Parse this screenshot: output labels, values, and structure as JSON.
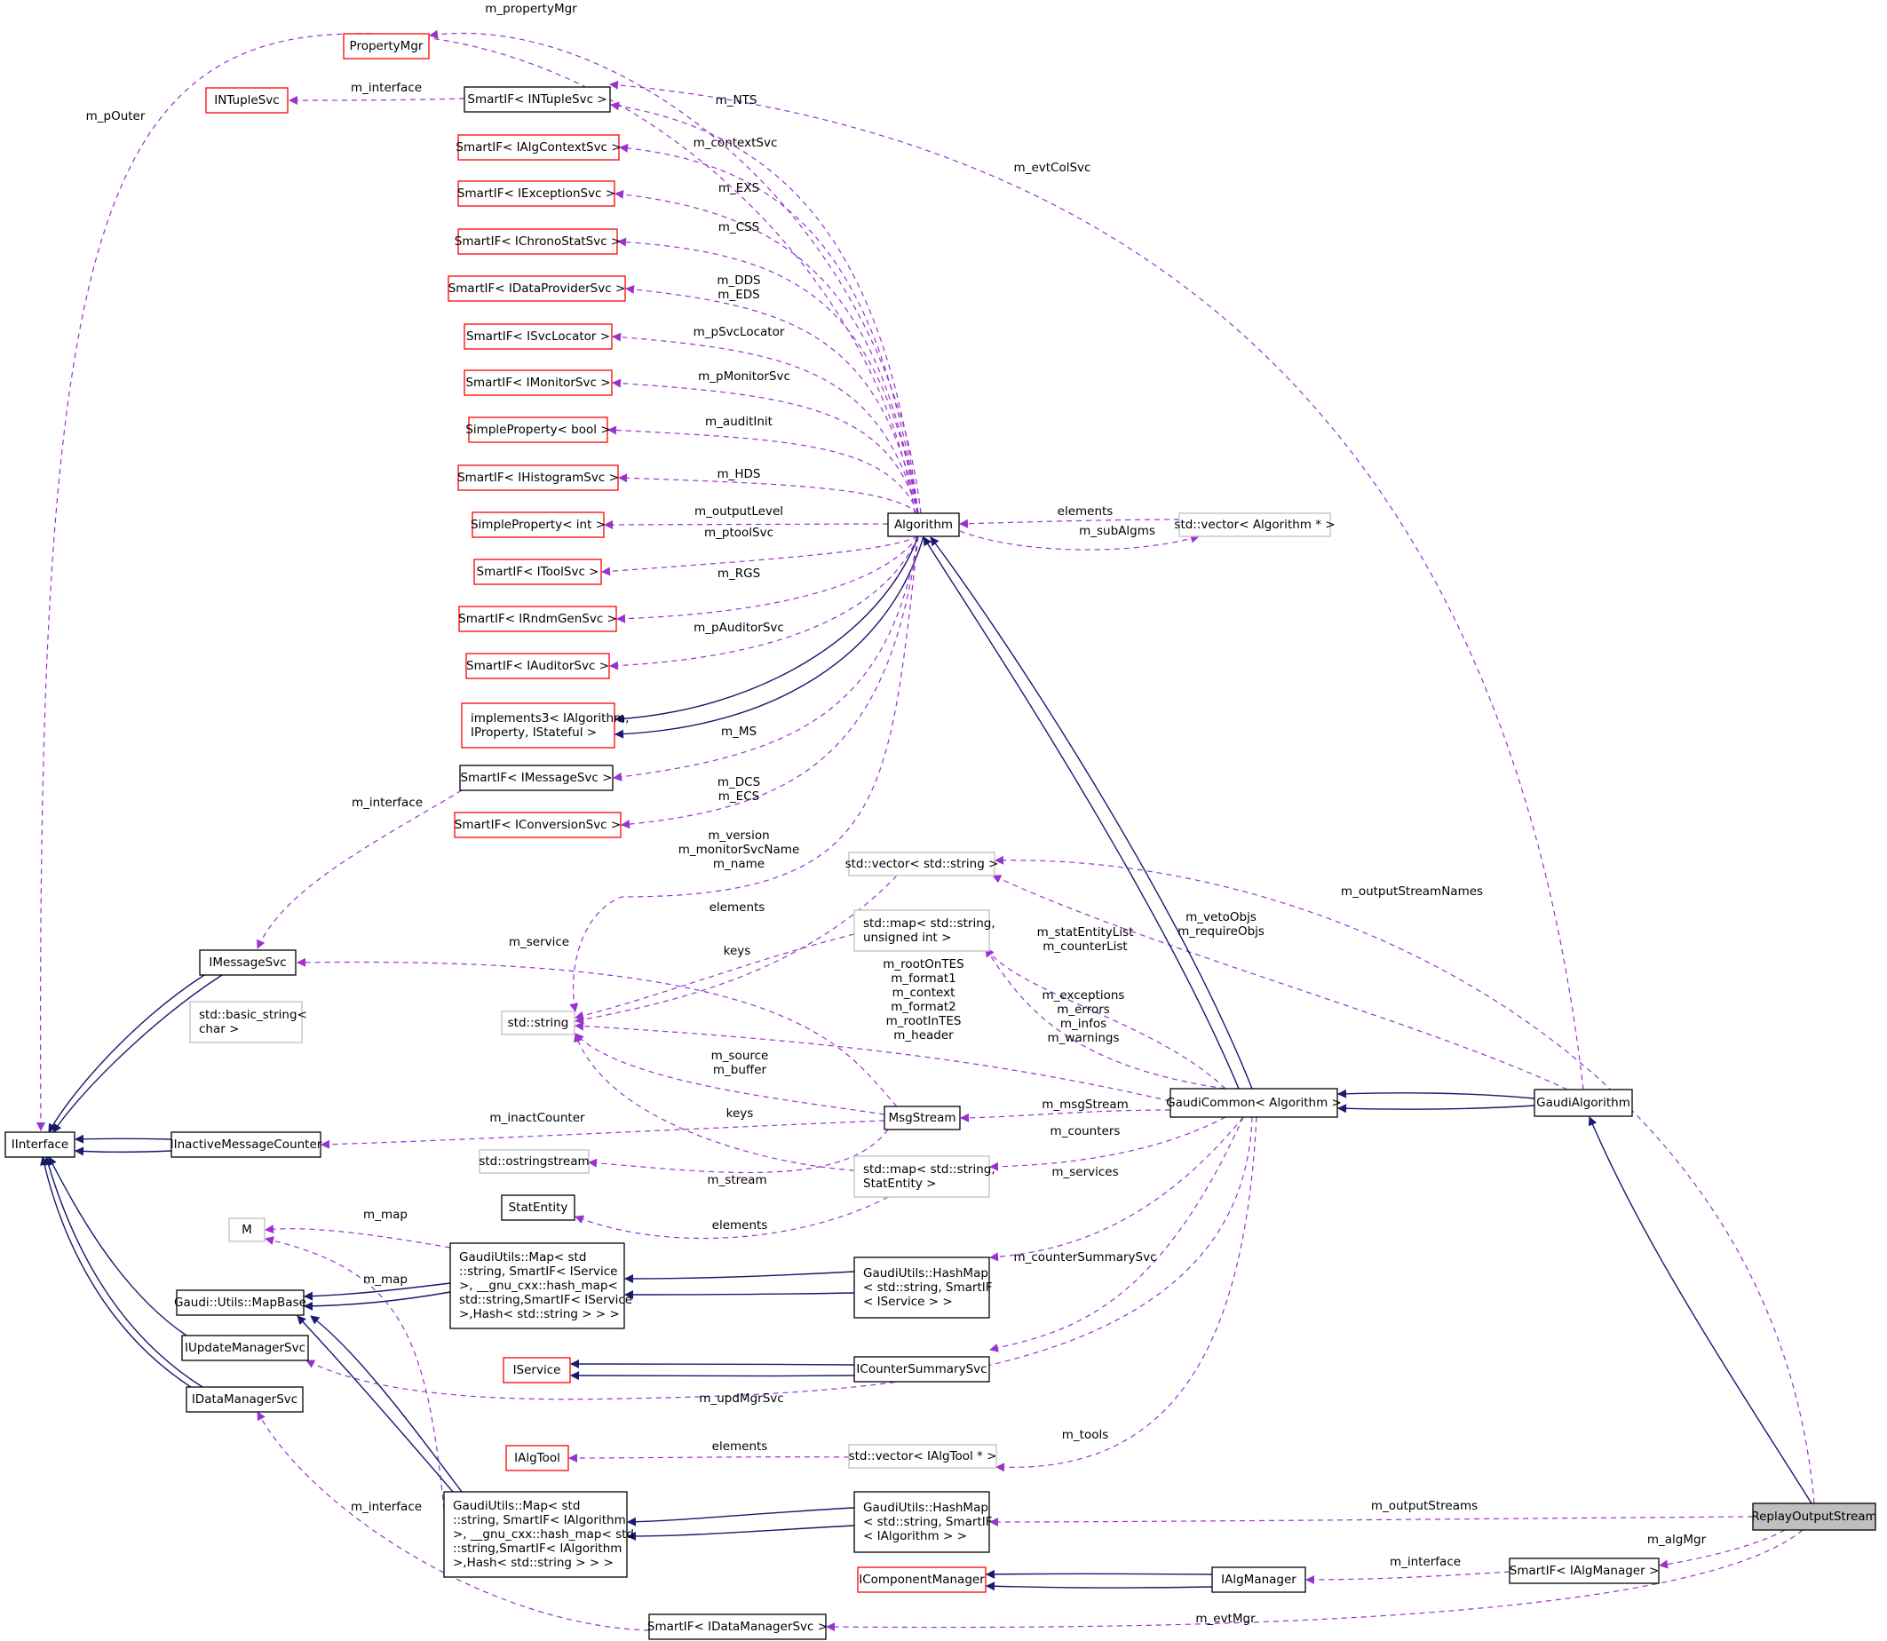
{
  "diagram": {
    "title": "ReplayOutputStream collaboration graph",
    "colors": {
      "background": "#ffffff",
      "border_documented": "#000000",
      "border_undocumented": "#ff0000",
      "border_external": "#bfbfbf",
      "fill_highlight": "#bfbfbf",
      "inheritance_edge": "#191970",
      "usage_edge": "#9a32cd"
    },
    "nodes": [
      {
        "id": "ReplayOutputStream",
        "lines": [
          "ReplayOutputStream"
        ],
        "style": "highlight"
      },
      {
        "id": "GaudiAlgorithm",
        "lines": [
          "GaudiAlgorithm"
        ],
        "style": "documented"
      },
      {
        "id": "GaudiCommon",
        "lines": [
          "GaudiCommon< Algorithm >"
        ],
        "style": "documented"
      },
      {
        "id": "Algorithm",
        "lines": [
          "Algorithm"
        ],
        "style": "documented"
      },
      {
        "id": "IInterface",
        "lines": [
          "IInterface"
        ],
        "style": "documented"
      },
      {
        "id": "PropertyMgr",
        "lines": [
          "PropertyMgr"
        ],
        "style": "undocumented"
      },
      {
        "id": "INTupleSvc",
        "lines": [
          "INTupleSvc"
        ],
        "style": "undocumented"
      },
      {
        "id": "SmartIF_INTupleSvc",
        "lines": [
          "SmartIF< INTupleSvc >"
        ],
        "style": "documented"
      },
      {
        "id": "SmartIF_IAlgContextSvc",
        "lines": [
          "SmartIF< IAlgContextSvc >"
        ],
        "style": "undocumented"
      },
      {
        "id": "SmartIF_IExceptionSvc",
        "lines": [
          "SmartIF< IExceptionSvc >"
        ],
        "style": "undocumented"
      },
      {
        "id": "SmartIF_IChronoStatSvc",
        "lines": [
          "SmartIF< IChronoStatSvc >"
        ],
        "style": "undocumented"
      },
      {
        "id": "SmartIF_IDataProviderSvc",
        "lines": [
          "SmartIF< IDataProviderSvc >"
        ],
        "style": "undocumented"
      },
      {
        "id": "SmartIF_ISvcLocator",
        "lines": [
          "SmartIF< ISvcLocator >"
        ],
        "style": "undocumented"
      },
      {
        "id": "SmartIF_IMonitorSvc",
        "lines": [
          "SmartIF< IMonitorSvc >"
        ],
        "style": "undocumented"
      },
      {
        "id": "SimpleProperty_bool",
        "lines": [
          "SimpleProperty< bool >"
        ],
        "style": "undocumented"
      },
      {
        "id": "SmartIF_IHistogramSvc",
        "lines": [
          "SmartIF< IHistogramSvc >"
        ],
        "style": "undocumented"
      },
      {
        "id": "SimpleProperty_int",
        "lines": [
          "SimpleProperty< int >"
        ],
        "style": "undocumented"
      },
      {
        "id": "SmartIF_IToolSvc",
        "lines": [
          "SmartIF< IToolSvc >"
        ],
        "style": "undocumented"
      },
      {
        "id": "SmartIF_IRndmGenSvc",
        "lines": [
          "SmartIF< IRndmGenSvc >"
        ],
        "style": "undocumented"
      },
      {
        "id": "SmartIF_IAuditorSvc",
        "lines": [
          "SmartIF< IAuditorSvc >"
        ],
        "style": "undocumented"
      },
      {
        "id": "implements3",
        "lines": [
          "implements3< IAlgorithm,",
          "IProperty, IStateful >"
        ],
        "style": "undocumented"
      },
      {
        "id": "SmartIF_IMessageSvc",
        "lines": [
          "SmartIF< IMessageSvc >"
        ],
        "style": "documented"
      },
      {
        "id": "SmartIF_IConversionSvc",
        "lines": [
          "SmartIF< IConversionSvc >"
        ],
        "style": "undocumented"
      },
      {
        "id": "vector_Algorithm",
        "lines": [
          "std::vector< Algorithm * >"
        ],
        "style": "external"
      },
      {
        "id": "vector_string",
        "lines": [
          "std::vector< std::string >"
        ],
        "style": "external"
      },
      {
        "id": "map_string_uint",
        "lines": [
          "std::map< std::string,",
          "unsigned int >"
        ],
        "style": "external"
      },
      {
        "id": "IMessageSvc",
        "lines": [
          "IMessageSvc"
        ],
        "style": "documented"
      },
      {
        "id": "basic_string",
        "lines": [
          "std::basic_string<",
          "char >"
        ],
        "style": "external"
      },
      {
        "id": "std_string",
        "lines": [
          "std::string"
        ],
        "style": "external"
      },
      {
        "id": "IInactiveMessageCounter",
        "lines": [
          "IInactiveMessageCounter"
        ],
        "style": "documented"
      },
      {
        "id": "MsgStream",
        "lines": [
          "MsgStream"
        ],
        "style": "documented"
      },
      {
        "id": "ostringstream",
        "lines": [
          "std::ostringstream"
        ],
        "style": "external"
      },
      {
        "id": "map_string_StatEntity",
        "lines": [
          "std::map< std::string,",
          "StatEntity >"
        ],
        "style": "external"
      },
      {
        "id": "StatEntity",
        "lines": [
          "StatEntity"
        ],
        "style": "documented"
      },
      {
        "id": "M",
        "lines": [
          "M"
        ],
        "style": "external"
      },
      {
        "id": "MapBase",
        "lines": [
          "Gaudi::Utils::MapBase"
        ],
        "style": "documented"
      },
      {
        "id": "GUMap_IService",
        "lines": [
          "GaudiUtils::Map< std",
          "::string, SmartIF< IService",
          ">, __gnu_cxx::hash_map<",
          "std::string,SmartIF< IService",
          ">,Hash< std::string > > >"
        ],
        "style": "documented"
      },
      {
        "id": "HashMap_IService",
        "lines": [
          "GaudiUtils::HashMap",
          "< std::string, SmartIF",
          "< IService > >"
        ],
        "style": "documented"
      },
      {
        "id": "IUpdateManagerSvc",
        "lines": [
          "IUpdateManagerSvc"
        ],
        "style": "documented"
      },
      {
        "id": "IService",
        "lines": [
          "IService"
        ],
        "style": "undocumented"
      },
      {
        "id": "ICounterSummarySvc",
        "lines": [
          "ICounterSummarySvc"
        ],
        "style": "documented"
      },
      {
        "id": "IDataManagerSvc",
        "lines": [
          "IDataManagerSvc"
        ],
        "style": "documented"
      },
      {
        "id": "IAlgTool",
        "lines": [
          "IAlgTool"
        ],
        "style": "undocumented"
      },
      {
        "id": "vector_IAlgTool",
        "lines": [
          "std::vector< IAlgTool * >"
        ],
        "style": "external"
      },
      {
        "id": "GUMap_IAlgorithm",
        "lines": [
          "GaudiUtils::Map< std",
          "::string, SmartIF< IAlgorithm",
          ">, __gnu_cxx::hash_map< std",
          "::string,SmartIF< IAlgorithm",
          ">,Hash< std::string > > >"
        ],
        "style": "documented"
      },
      {
        "id": "HashMap_IAlgorithm",
        "lines": [
          "GaudiUtils::HashMap",
          "< std::string, SmartIF",
          "< IAlgorithm > >"
        ],
        "style": "documented"
      },
      {
        "id": "IComponentManager",
        "lines": [
          "IComponentManager"
        ],
        "style": "undocumented"
      },
      {
        "id": "IAlgManager",
        "lines": [
          "IAlgManager"
        ],
        "style": "documented"
      },
      {
        "id": "SmartIF_IAlgManager",
        "lines": [
          "SmartIF< IAlgManager >"
        ],
        "style": "documented"
      },
      {
        "id": "SmartIF_IDataManagerSvc",
        "lines": [
          "SmartIF< IDataManagerSvc >"
        ],
        "style": "documented"
      }
    ],
    "edges": [
      {
        "kind": "usage",
        "label": [
          "m_pOuter"
        ]
      },
      {
        "kind": "usage",
        "label": [
          "m_propertyMgr"
        ]
      },
      {
        "kind": "usage",
        "label": [
          "m_interface"
        ]
      },
      {
        "kind": "usage",
        "label": [
          "m_evtColSvc"
        ]
      },
      {
        "kind": "usage",
        "label": [
          "m_NTS"
        ]
      },
      {
        "kind": "usage",
        "label": [
          "m_contextSvc"
        ]
      },
      {
        "kind": "usage",
        "label": [
          "m_EXS"
        ]
      },
      {
        "kind": "usage",
        "label": [
          "m_CSS"
        ]
      },
      {
        "kind": "usage",
        "label": [
          "m_DDS",
          "m_EDS"
        ]
      },
      {
        "kind": "usage",
        "label": [
          "m_pSvcLocator"
        ]
      },
      {
        "kind": "usage",
        "label": [
          "m_pMonitorSvc"
        ]
      },
      {
        "kind": "usage",
        "label": [
          "m_auditInit"
        ]
      },
      {
        "kind": "usage",
        "label": [
          "m_HDS"
        ]
      },
      {
        "kind": "usage",
        "label": [
          "m_outputLevel"
        ]
      },
      {
        "kind": "usage",
        "label": [
          "m_ptoolSvc"
        ]
      },
      {
        "kind": "usage",
        "label": [
          "m_RGS"
        ]
      },
      {
        "kind": "usage",
        "label": [
          "m_pAuditorSvc"
        ]
      },
      {
        "kind": "inheritance",
        "label": []
      },
      {
        "kind": "usage",
        "label": [
          "m_MS"
        ]
      },
      {
        "kind": "usage",
        "label": [
          "m_DCS",
          "m_ECS"
        ]
      },
      {
        "kind": "usage",
        "label": [
          "m_interface"
        ]
      },
      {
        "kind": "usage",
        "label": [
          "elements"
        ]
      },
      {
        "kind": "usage",
        "label": [
          "m_subAlgms"
        ]
      },
      {
        "kind": "usage",
        "label": [
          "m_version",
          "m_monitorSvcName",
          "m_name"
        ]
      },
      {
        "kind": "usage",
        "label": [
          "m_outputStreamNames"
        ]
      },
      {
        "kind": "usage",
        "label": [
          "m_vetoObjs",
          "m_requireObjs"
        ]
      },
      {
        "kind": "usage",
        "label": [
          "m_statEntityList",
          "m_counterList"
        ]
      },
      {
        "kind": "usage",
        "label": [
          "elements"
        ]
      },
      {
        "kind": "usage",
        "label": [
          "m_service"
        ]
      },
      {
        "kind": "usage",
        "label": [
          "keys"
        ]
      },
      {
        "kind": "usage",
        "label": [
          "m_rootOnTES",
          "m_format1",
          "m_context",
          "m_format2",
          "m_rootInTES",
          "m_header"
        ]
      },
      {
        "kind": "usage",
        "label": [
          "m_exceptions",
          "m_errors",
          "m_infos",
          "m_warnings"
        ]
      },
      {
        "kind": "usage",
        "label": [
          "m_source",
          "m_buffer"
        ]
      },
      {
        "kind": "usage",
        "label": [
          "m_msgStream"
        ]
      },
      {
        "kind": "usage",
        "label": [
          "m_inactCounter"
        ]
      },
      {
        "kind": "usage",
        "label": [
          "keys"
        ]
      },
      {
        "kind": "usage",
        "label": [
          "m_counters"
        ]
      },
      {
        "kind": "usage",
        "label": [
          "m_stream"
        ]
      },
      {
        "kind": "usage",
        "label": [
          "m_services"
        ]
      },
      {
        "kind": "usage",
        "label": [
          "elements"
        ]
      },
      {
        "kind": "usage",
        "label": [
          "m_map"
        ]
      },
      {
        "kind": "usage",
        "label": [
          "m_map"
        ]
      },
      {
        "kind": "usage",
        "label": [
          "m_counterSummarySvc"
        ]
      },
      {
        "kind": "usage",
        "label": [
          "m_updMgrSvc"
        ]
      },
      {
        "kind": "usage",
        "label": [
          "elements"
        ]
      },
      {
        "kind": "usage",
        "label": [
          "m_tools"
        ]
      },
      {
        "kind": "usage",
        "label": [
          "m_interface"
        ]
      },
      {
        "kind": "usage",
        "label": [
          "m_outputStreams"
        ]
      },
      {
        "kind": "usage",
        "label": [
          "m_algMgr"
        ]
      },
      {
        "kind": "usage",
        "label": [
          "m_interface"
        ]
      },
      {
        "kind": "usage",
        "label": [
          "m_evtMgr"
        ]
      }
    ]
  }
}
